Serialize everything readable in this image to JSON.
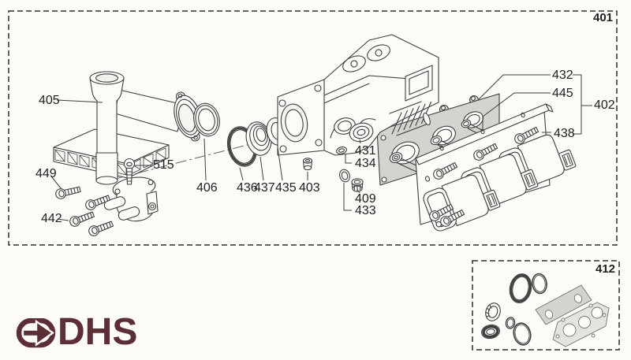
{
  "frames": {
    "main_label": "401",
    "kit_label": "412"
  },
  "logo": {
    "text": "DHS",
    "color": "#5c2f37"
  },
  "parts": {
    "p405": "405",
    "p449": "449",
    "p442": "442",
    "p515": "515",
    "p406": "406",
    "p436": "436",
    "p437": "437",
    "p435": "435",
    "p403": "403",
    "p431": "431",
    "p434": "434",
    "p409": "409",
    "p433": "433",
    "p432": "432",
    "p445": "445",
    "p402": "402",
    "p438": "438"
  },
  "colors": {
    "line": "#3f3f3f",
    "label": "#1f1f1f",
    "gasket_gray": "#d4d3cf",
    "paper": "#fcfbf8",
    "logo_maroon": "#5c2f37"
  }
}
